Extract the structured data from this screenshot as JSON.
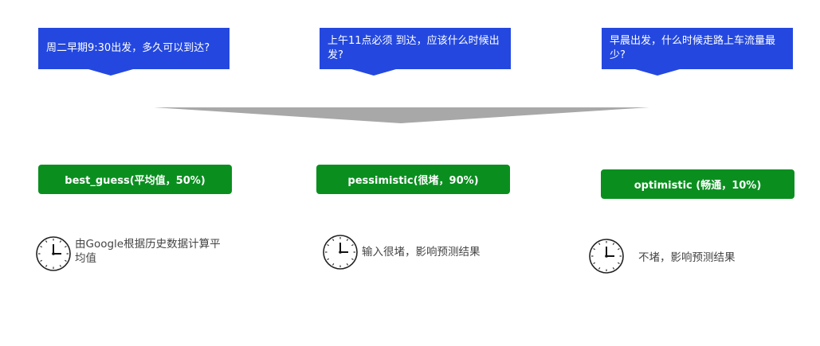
{
  "questions": [
    {
      "text": "周二早期9:30出发，多久可以到达?"
    },
    {
      "text": "上午11点必须 到达，应该什么时候出发?"
    },
    {
      "text": "早晨出发，什么时候走路上车流量最少?"
    }
  ],
  "modes": [
    {
      "label": "best_guess(平均值，50%)"
    },
    {
      "label": "pessimistic(很堵，90%)"
    },
    {
      "label": "optimistic (畅通，10%)"
    }
  ],
  "descriptions": [
    {
      "text": "由Google根据历史数据计算平均值",
      "icon": "clock-icon"
    },
    {
      "text": "输入很堵，影响预测结果",
      "icon": "clock-icon"
    },
    {
      "text": "不堵，影响预测结果",
      "icon": "clock-icon"
    }
  ],
  "colors": {
    "question_bg": "#2448df",
    "mode_bg": "#0a8f1f",
    "funnel": "#a8a8a8",
    "desc_text": "#444444"
  }
}
